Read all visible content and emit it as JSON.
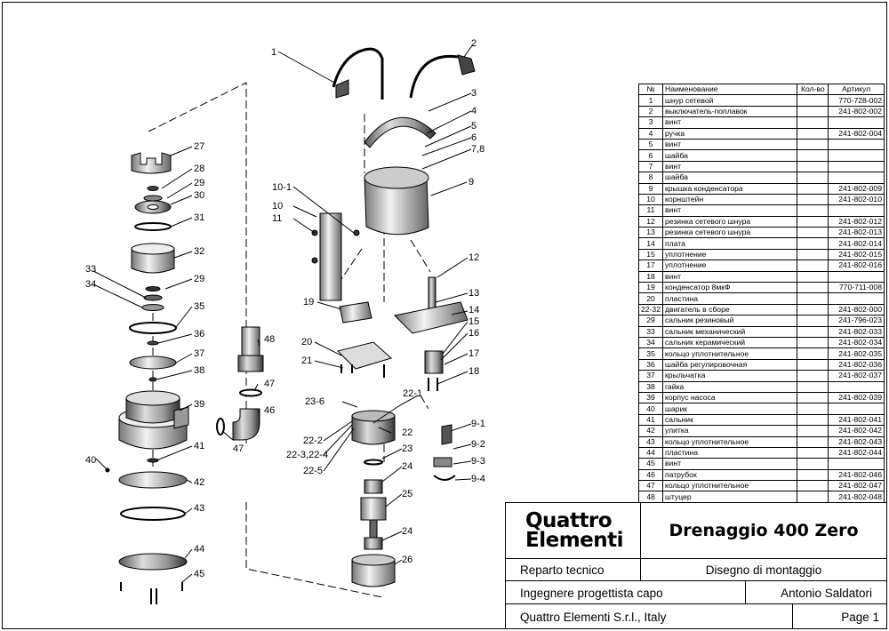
{
  "table": {
    "headers": {
      "num": "№",
      "name": "Наименование",
      "qty": "Кол-во",
      "article": "Артикул"
    },
    "rows": [
      {
        "num": "1",
        "name": "шнур сетевой",
        "qty": "",
        "article": "770-728-002"
      },
      {
        "num": "2",
        "name": "выключатель-поплавок",
        "qty": "",
        "article": "241-802-002"
      },
      {
        "num": "3",
        "name": "винт",
        "qty": "",
        "article": ""
      },
      {
        "num": "4",
        "name": "ручка",
        "qty": "",
        "article": "241-802-004"
      },
      {
        "num": "5",
        "name": "винт",
        "qty": "",
        "article": ""
      },
      {
        "num": "6",
        "name": "шайба",
        "qty": "",
        "article": ""
      },
      {
        "num": "7",
        "name": "винт",
        "qty": "",
        "article": ""
      },
      {
        "num": "8",
        "name": "шайба",
        "qty": "",
        "article": ""
      },
      {
        "num": "9",
        "name": "крышка конденсатора",
        "qty": "",
        "article": "241-802-009"
      },
      {
        "num": "10",
        "name": "корнштейн",
        "qty": "",
        "article": "241-802-010"
      },
      {
        "num": "11",
        "name": "винт",
        "qty": "",
        "article": ""
      },
      {
        "num": "12",
        "name": "резинка сетевого шнура",
        "qty": "",
        "article": "241-802-012"
      },
      {
        "num": "13",
        "name": "резинка сетевого шнура",
        "qty": "",
        "article": "241-802-013"
      },
      {
        "num": "14",
        "name": "плата",
        "qty": "",
        "article": "241-802-014"
      },
      {
        "num": "15",
        "name": "уплотнение",
        "qty": "",
        "article": "241-802-015"
      },
      {
        "num": "17",
        "name": "уплотнение",
        "qty": "",
        "article": "241-802-016"
      },
      {
        "num": "18",
        "name": "винт",
        "qty": "",
        "article": ""
      },
      {
        "num": "19",
        "name": "конденсатор 8мкФ",
        "qty": "",
        "article": "770-711-008"
      },
      {
        "num": "20",
        "name": "пластина",
        "qty": "",
        "article": ""
      },
      {
        "num": "22-32",
        "name": "двигатель в сборе",
        "qty": "",
        "article": "241-802-000"
      },
      {
        "num": "29",
        "name": "сальник резиновый",
        "qty": "",
        "article": "241-796-023"
      },
      {
        "num": "33",
        "name": "сальник механический",
        "qty": "",
        "article": "241-802-033"
      },
      {
        "num": "34",
        "name": "сальник керамический",
        "qty": "",
        "article": "241-802-034"
      },
      {
        "num": "35",
        "name": "кольцо уплотнительное",
        "qty": "",
        "article": "241-802-035"
      },
      {
        "num": "36",
        "name": "шайба  регулировочная",
        "qty": "",
        "article": "241-802-036"
      },
      {
        "num": "37",
        "name": "крыльчатка",
        "qty": "",
        "article": "241-802-037"
      },
      {
        "num": "38",
        "name": "гайка",
        "qty": "",
        "article": ""
      },
      {
        "num": "39",
        "name": "корпус насоса",
        "qty": "",
        "article": "241-802-039"
      },
      {
        "num": "40",
        "name": "шарик",
        "qty": "",
        "article": ""
      },
      {
        "num": "41",
        "name": "сальник",
        "qty": "",
        "article": "241-802-041"
      },
      {
        "num": "42",
        "name": "улитка",
        "qty": "",
        "article": "241-802-042"
      },
      {
        "num": "43",
        "name": "кольцо уплотнительное",
        "qty": "",
        "article": "241-802-043"
      },
      {
        "num": "44",
        "name": "пластина",
        "qty": "",
        "article": "241-802-044"
      },
      {
        "num": "45",
        "name": "винт",
        "qty": "",
        "article": ""
      },
      {
        "num": "46",
        "name": "патрубок",
        "qty": "",
        "article": "241-802-046"
      },
      {
        "num": "47",
        "name": "кольцо уплотнительное",
        "qty": "",
        "article": "241-802-047"
      },
      {
        "num": "48",
        "name": "штуцер",
        "qty": "",
        "article": "241-802-048"
      }
    ]
  },
  "title_block": {
    "logo_line1": "Quattro",
    "logo_line2": "Elementi",
    "product": "Drenaggio 400 Zero",
    "department": "Reparto tecnico",
    "drawing_type": "Disegno di montaggio",
    "role": "Ingegnere progettista capo",
    "engineer": "Antonio Saldatori",
    "company": "Quattro Elementi S.r.l., Italy",
    "page": "Page 1"
  },
  "callouts": {
    "c1": "1",
    "c2": "2",
    "c3": "3",
    "c4": "4",
    "c5": "5",
    "c6": "6",
    "c78": "7,8",
    "c9": "9",
    "c10_1": "10-1",
    "c10": "10",
    "c11": "11",
    "c12": "12",
    "c13": "13",
    "c14": "14",
    "c15": "15",
    "c16": "16",
    "c17": "17",
    "c18": "18",
    "c19": "19",
    "c20": "20",
    "c21": "21",
    "c22_1": "22-1",
    "c22": "22",
    "c23_6": "23-6",
    "c22_2": "22-2",
    "c22_3": "22-3,22-4",
    "c22_5": "22-5",
    "c23": "23",
    "c24a": "24",
    "c25": "25",
    "c24b": "24",
    "c26": "26",
    "c9_1": "9-1",
    "c9_2": "9-2",
    "c9_3": "9-3",
    "c9_4": "9-4",
    "c27": "27",
    "c28": "28",
    "c29a": "29",
    "c30": "30",
    "c31": "31",
    "c32": "32",
    "c33": "33",
    "c34": "34",
    "c29b": "29",
    "c35": "35",
    "c36": "36",
    "c37": "37",
    "c38": "38",
    "c39": "39",
    "c40": "40",
    "c41": "41",
    "c42": "42",
    "c43": "43",
    "c44": "44",
    "c45": "45",
    "c46": "46",
    "c47a": "47",
    "c47b": "47",
    "c48": "48"
  }
}
